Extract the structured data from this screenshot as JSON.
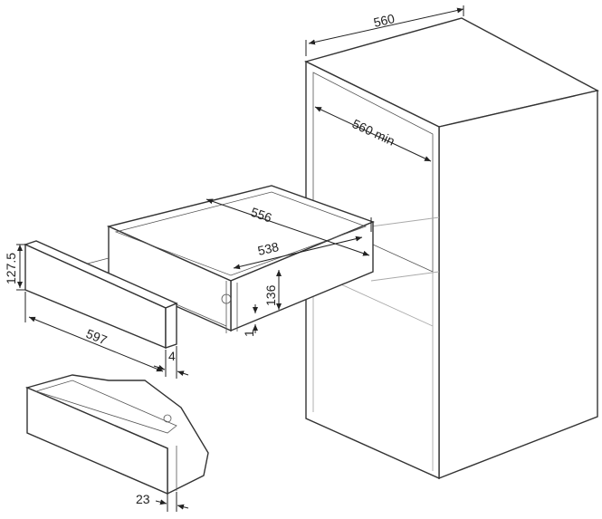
{
  "dimensions": {
    "cabinet_width": "560",
    "opening_width_min": "560 min",
    "drawer_depth": "556",
    "drawer_inner_depth": "538",
    "drawer_height": "136",
    "gap_bottom": "1",
    "front_panel_height": "127.5",
    "front_panel_width": "597",
    "front_offset": "4",
    "front_thickness": "23"
  }
}
